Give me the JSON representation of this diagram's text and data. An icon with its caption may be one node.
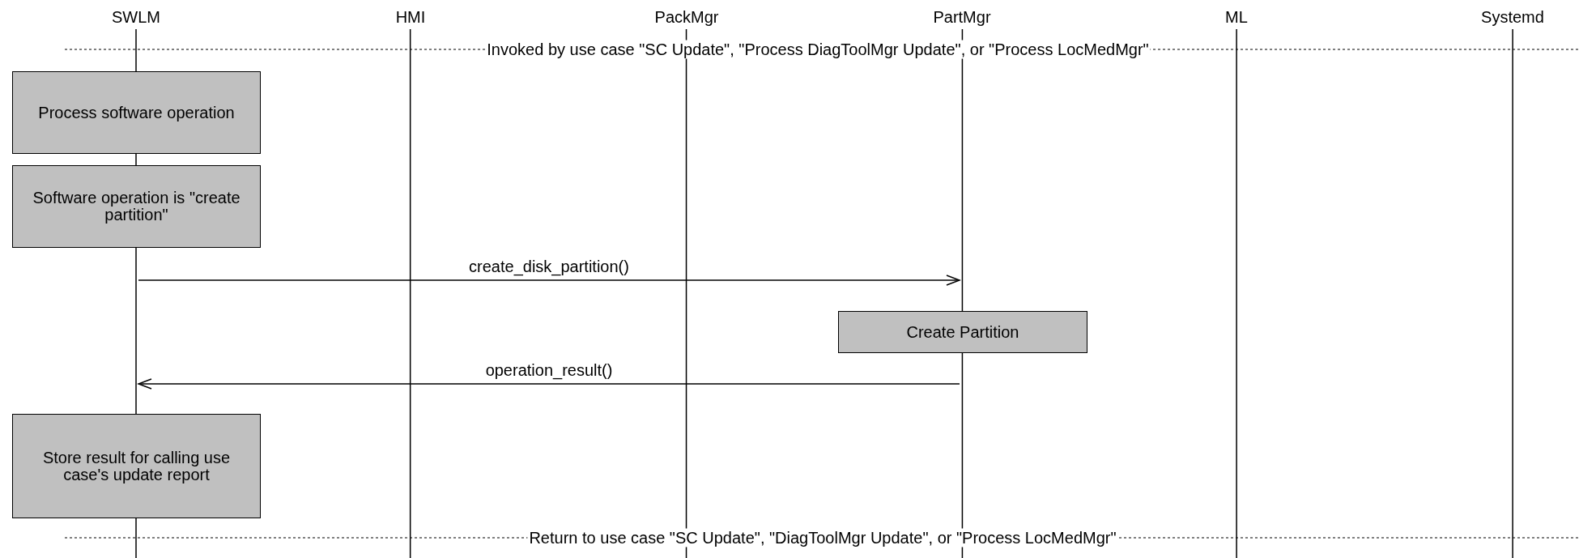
{
  "diagram": {
    "nodes": [
      {
        "text": [
          "SWLM"
        ]
      },
      {
        "text": [
          "HMI"
        ]
      },
      {
        "text": [
          "PackMgr"
        ]
      },
      {
        "text": [
          "PartMgr"
        ]
      },
      {
        "text": [
          "ML"
        ]
      },
      {
        "text": [
          "Systemd"
        ]
      },
      {
        "text": [
          "Process software operation"
        ]
      },
      {
        "text": [
          "Software operation is \"create partition\""
        ]
      },
      {
        "text": [
          "Create Partition"
        ]
      },
      {
        "text": [
          "Store result for calling use case's update report"
        ]
      }
    ],
    "edges": [
      {
        "from": 0,
        "to": 3,
        "arrow": "to",
        "label": "create_disk_partition()"
      },
      {
        "from": 3,
        "to": 0,
        "arrow": "to",
        "label": "operation_result()"
      }
    ],
    "labels": [
      "Invoked by use case \"SC Update\", \"Process DiagToolMgr Update\", or \"Process LocMedMgr\"",
      "Return to use case \"SC Update\", \"DiagToolMgr Update\", or \"Process LocMedMgr\""
    ]
  }
}
